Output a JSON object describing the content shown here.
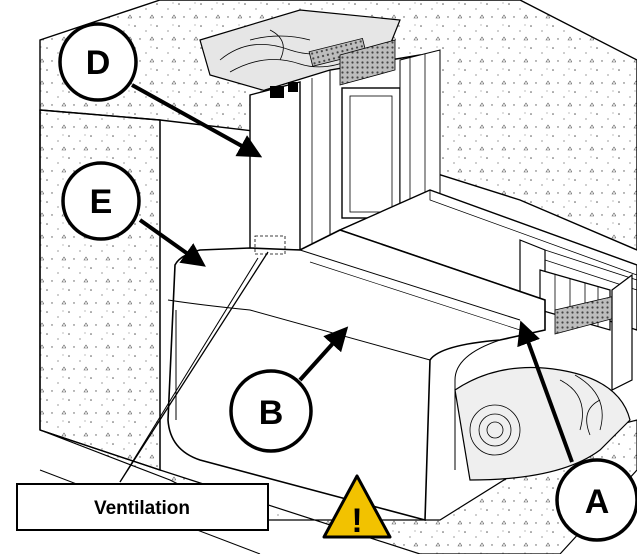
{
  "diagram": {
    "callouts": [
      {
        "id": "D",
        "label": "D"
      },
      {
        "id": "E",
        "label": "E"
      },
      {
        "id": "B",
        "label": "B"
      },
      {
        "id": "A",
        "label": "A"
      }
    ],
    "ventilation_label": "Ventilation",
    "warning_symbol": "!",
    "icons": {
      "warning": "warning-triangle-icon"
    },
    "colors": {
      "warning_fill": "#f2c200",
      "stroke": "#000000",
      "wood_fill": "#dedede",
      "background": "#ffffff"
    }
  }
}
